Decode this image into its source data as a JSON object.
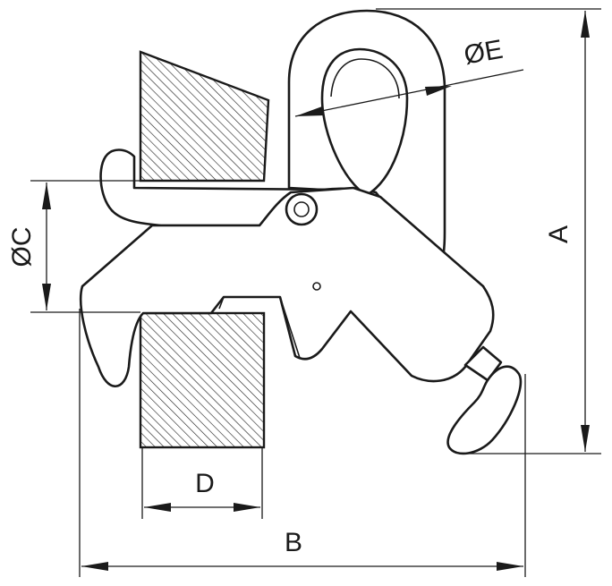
{
  "labels": {
    "A": "A",
    "B": "B",
    "C": "ØC",
    "D": "D",
    "E": "ØE"
  },
  "colors": {
    "line": "#1a1a1a",
    "background": "#ffffff"
  }
}
